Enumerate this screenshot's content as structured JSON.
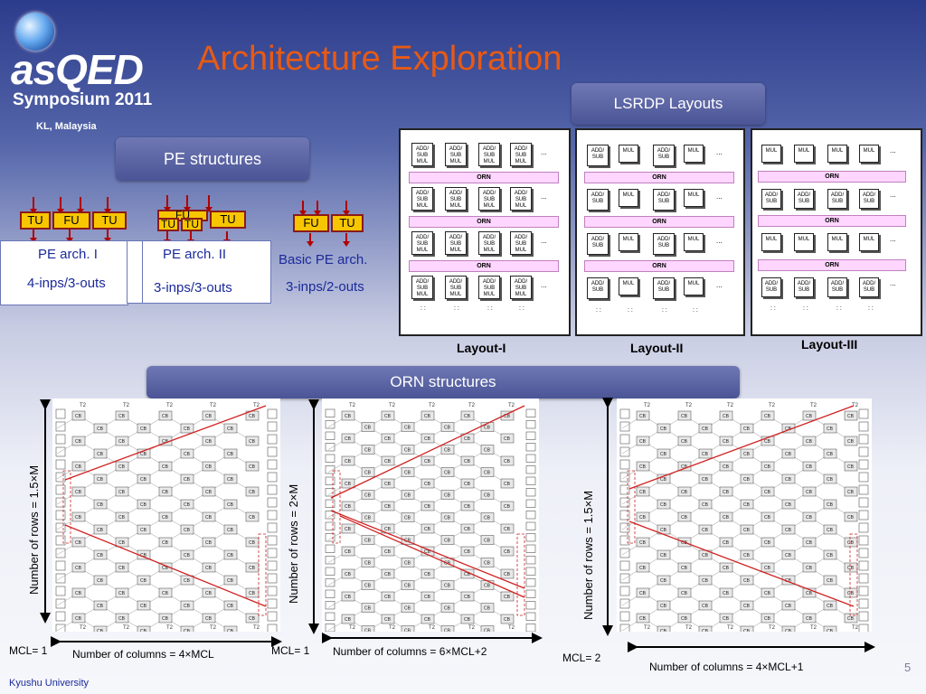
{
  "logo": {
    "name": "asQED",
    "subtitle": "Symposium 2011",
    "location": "KL, Malaysia"
  },
  "title": "Architecture Exploration",
  "pills": {
    "pe": "PE structures",
    "lsrdp": "LSRDP Layouts",
    "orn": "ORN structures"
  },
  "pe": {
    "arch1": {
      "units": [
        "TU",
        "FU",
        "TU"
      ],
      "name": "PE arch. I",
      "io": "4-inps/3-outs"
    },
    "arch2": {
      "units": [
        "FU",
        "TU",
        "TU",
        "TU"
      ],
      "name": "PE arch. II",
      "io": "3-inps/3-outs"
    },
    "basic": {
      "units": [
        "FU",
        "TU"
      ],
      "name": "Basic PE arch.",
      "io": "3-inps/2-outs"
    }
  },
  "layouts": {
    "l1": {
      "caption": "Layout-I",
      "cell": "ADD/ SUB MUL",
      "orn": "ORN"
    },
    "l2": {
      "caption": "Layout-II",
      "add": "ADD/ SUB",
      "mul": "MUL",
      "orn": "ORN"
    },
    "l3": {
      "caption": "Layout-III",
      "add": "ADD/ SUB",
      "mul": "MUL",
      "orn": "ORN"
    },
    "ellipsis": "..."
  },
  "orn": {
    "a": {
      "rows": "Number of rows = 1.5×M",
      "mcl": "MCL= 1",
      "cols": "Number of columns = 4×MCL"
    },
    "b": {
      "rows": "Number of rows = 2×M",
      "mcl": "MCL= 1",
      "cols": "Number of columns = 6×MCL+2"
    },
    "c": {
      "rows": "Number of rows = 1.5×M",
      "mcl": "MCL= 2",
      "cols": "Number of columns = 4×MCL+1"
    }
  },
  "footer": "Kyushu University",
  "page_number": "5"
}
